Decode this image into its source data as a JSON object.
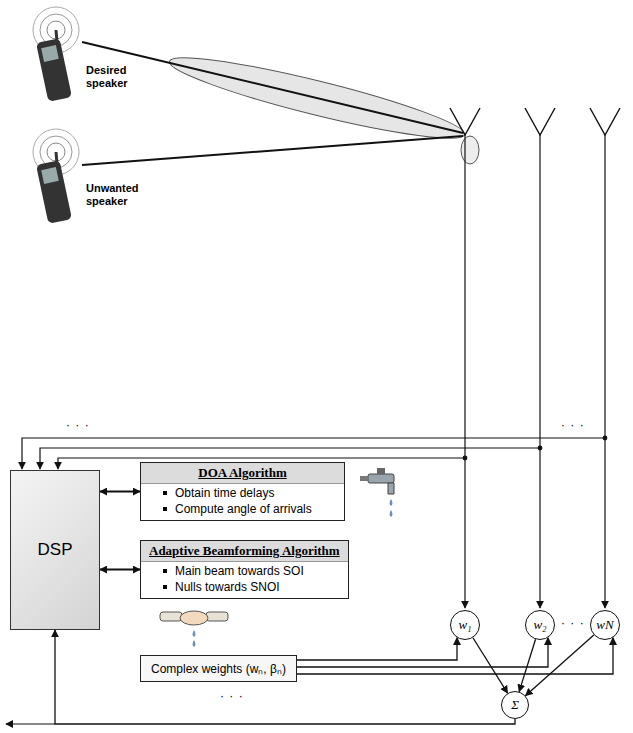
{
  "diagram": {
    "nodes": [
      {
        "text": [
          "DSP"
        ]
      },
      {
        "text": [
          "DOA Algorithm",
          "Obtain time delays",
          "Compute angle of arrivals"
        ]
      },
      {
        "text": [
          "Adaptive Beamforming Algorithm",
          "Main beam towards SOI",
          "Nulls towards SNOI"
        ]
      },
      {
        "text": [
          "Complex weights (wₙ, βₙ)"
        ]
      },
      {
        "text": [
          "w₁"
        ]
      },
      {
        "text": [
          "w₂"
        ]
      },
      {
        "text": [
          "wN"
        ]
      },
      {
        "text": [
          "Σ"
        ]
      }
    ],
    "edges": [
      {
        "from": 0,
        "to": 1,
        "arrow": "both"
      },
      {
        "from": 0,
        "to": 2,
        "arrow": "both"
      },
      {
        "from": 3,
        "to": 4,
        "arrow": "to"
      },
      {
        "from": 3,
        "to": 5,
        "arrow": "to"
      },
      {
        "from": 3,
        "to": 6,
        "arrow": "to"
      },
      {
        "from": 4,
        "to": 7,
        "arrow": "to"
      },
      {
        "from": 5,
        "to": 7,
        "arrow": "to"
      },
      {
        "from": 6,
        "to": 7,
        "arrow": "to"
      },
      {
        "from": 7,
        "to": 0,
        "arrow": "to"
      }
    ],
    "labels": [
      "Desired speaker",
      "Unwanted speaker",
      "· · ·",
      "· · ·",
      "· · ·",
      "· · ·"
    ]
  }
}
